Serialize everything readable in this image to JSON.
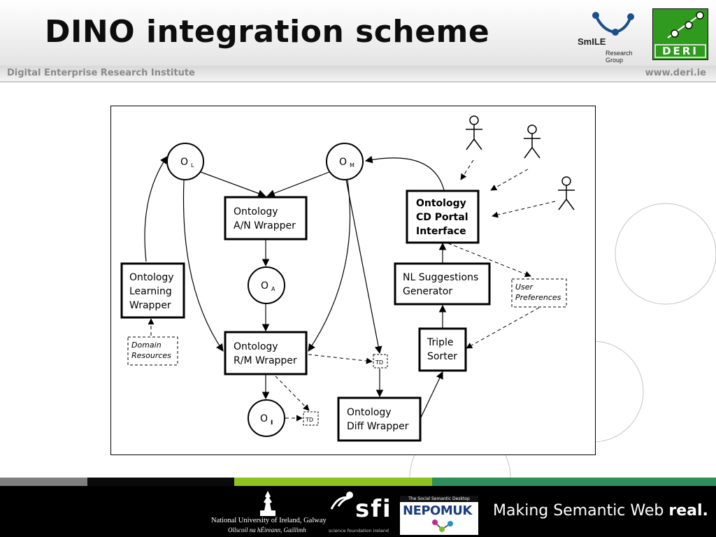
{
  "slide": {
    "title": "DINO integration scheme",
    "institute": "Digital Enterprise Research Institute",
    "url": "www.deri.ie"
  },
  "logos": {
    "smile_name": "SmILE",
    "smile_group": "Research Group",
    "deri": "DERI"
  },
  "diagram": {
    "nodes": {
      "ol": {
        "main": "O",
        "sub": "L"
      },
      "om": {
        "main": "O",
        "sub": "M"
      },
      "oa": {
        "main": "O",
        "sub": "A"
      },
      "oi": {
        "main": "O",
        "sub": "I"
      },
      "an_wrapper": [
        "Ontology",
        "A/N Wrapper"
      ],
      "rm_wrapper": [
        "Ontology",
        "R/M Wrapper"
      ],
      "learning_wrapper": [
        "Ontology",
        "Learning",
        "Wrapper"
      ],
      "diff_wrapper": [
        "Ontology",
        "Diff Wrapper"
      ],
      "cd_portal": [
        "Ontology",
        "CD Portal",
        "Interface"
      ],
      "nl_generator": [
        "NL Suggestions",
        "Generator"
      ],
      "triple_sorter": [
        "Triple",
        "Sorter"
      ],
      "domain_resources": [
        "Domain",
        "Resources"
      ],
      "user_preferences": [
        "User",
        "Preferences"
      ],
      "td": "TD"
    }
  },
  "footer": {
    "nuig_name": "National University of Ireland, Galway",
    "nuig_irish": "Ollscoil na hÉireann, Gaillimh",
    "sfi": "sfi",
    "sfi_sub": "science foundation ireland",
    "nepomuk_top": "The Social Semantic Desktop",
    "nepomuk_word": "NEPOMUK",
    "tagline_plain": "Making Semantic Web ",
    "tagline_bold": "real."
  },
  "colors": {
    "stripe_gray": "#808080",
    "stripe_black": "#0a0a0a",
    "stripe_green": "#8ec21f",
    "stripe_teal": "#2f8f5a",
    "deri_green": "#2f9a1e"
  }
}
